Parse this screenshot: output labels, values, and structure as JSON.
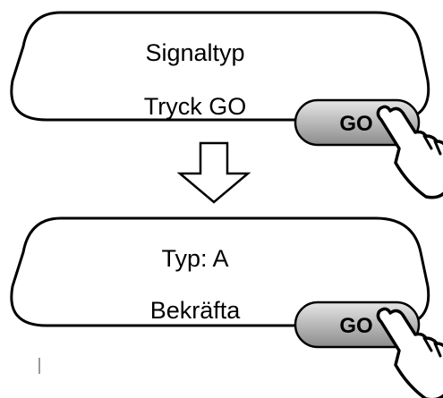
{
  "panels": [
    {
      "line1": "Signaltyp",
      "line2": "Tryck GO",
      "button_label": "GO"
    },
    {
      "line1": "Typ: A",
      "line2": "Bekräfta",
      "button_label": "GO"
    }
  ],
  "colors": {
    "outline": "#000000",
    "button_fill": "#b3b3b3",
    "background": "#ffffff"
  },
  "icons": {
    "flow": "down-arrow-icon",
    "press": "pointing-hand-icon"
  }
}
